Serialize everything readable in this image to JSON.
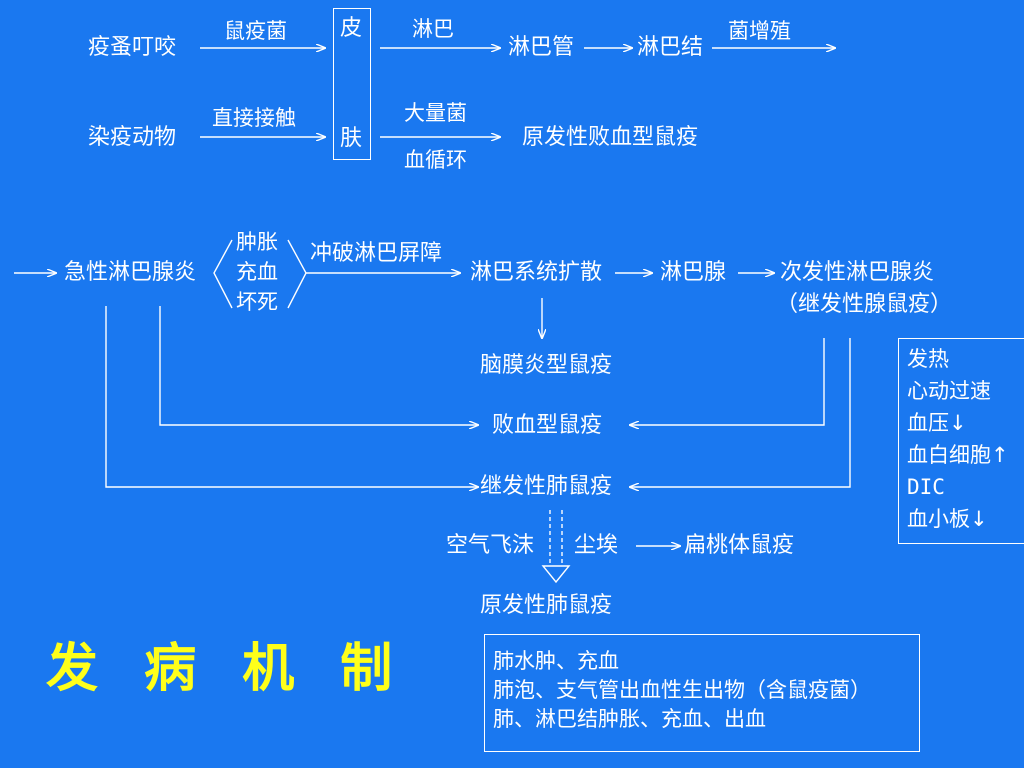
{
  "title": "发 病 机 制",
  "row1": {
    "source": "疫蚤叮咬",
    "arrow_label": "鼠疫菌",
    "skin_top": "皮",
    "skin_bottom": "肤",
    "lymph_label": "淋巴",
    "lymph_vessel": "淋巴管",
    "lymph_node": "淋巴结",
    "proliferation": "菌增殖"
  },
  "row2": {
    "source": "染疫动物",
    "arrow_label": "直接接触",
    "label_top": "大量菌",
    "label_bottom": "血循环",
    "result": "原发性败血型鼠疫"
  },
  "row3": {
    "start": "急性淋巴腺炎",
    "sym1": "肿胀",
    "sym2": "充血",
    "sym3": "坏死",
    "arrow_label": "冲破淋巴屏障",
    "spread": "淋巴系统扩散",
    "node": "淋巴腺",
    "secondary": "次发性淋巴腺炎",
    "secondary_sub": "（继发性腺鼠疫）"
  },
  "outcomes": {
    "meningeal": "脑膜炎型鼠疫",
    "septic": "败血型鼠疫",
    "secondary_pneumonic": "继发性肺鼠疫",
    "airborne_1": "空气飞沫",
    "airborne_2": "尘埃",
    "tonsil": "扁桃体鼠疫",
    "primary_pneumonic": "原发性肺鼠疫"
  },
  "symptoms_box": {
    "items": [
      "发热",
      "心动过速",
      "血压↓",
      "血白细胞↑",
      "DIC",
      "血小板↓"
    ]
  },
  "lung_box": {
    "lines": [
      "肺水肿、充血",
      "肺泡、支气管出血性生出物（含鼠疫菌）",
      "肺、淋巴结肿胀、充血、出血"
    ]
  },
  "colors": {
    "background": "#1a78f0",
    "title": "#ffff1a",
    "text": "#ffffff"
  }
}
